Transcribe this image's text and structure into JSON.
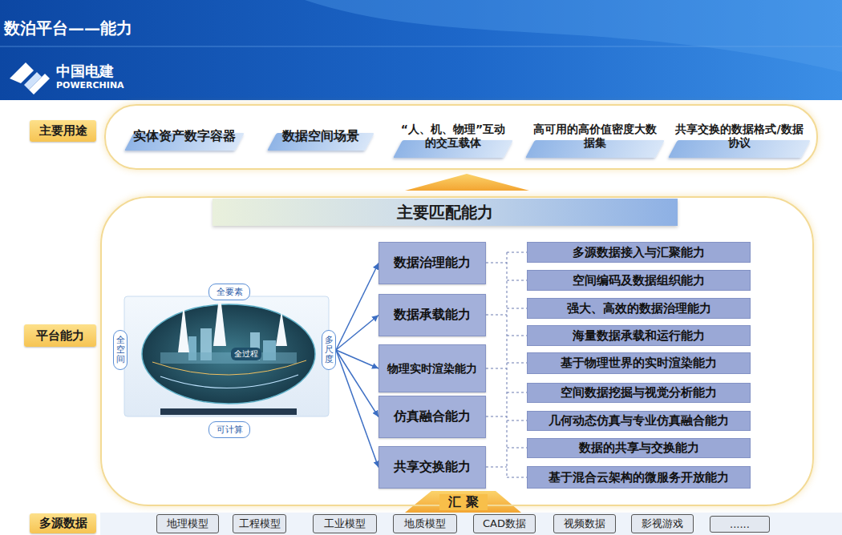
{
  "diagram": {
    "title": "数泊平台——能力",
    "nodes": [
      {
        "text": [
          "主要用途"
        ]
      },
      {
        "text": [
          "实体资产数字容器"
        ],
        "in": 0
      },
      {
        "text": [
          "数据空间场景"
        ],
        "in": 0
      },
      {
        "text": [
          "“人、机、物理”互动的交互载体"
        ],
        "in": 0
      },
      {
        "text": [
          "高可用的高价值密度大数据集"
        ],
        "in": 0
      },
      {
        "text": [
          "共享交换的数据格式/数据协议"
        ],
        "in": 0
      },
      {
        "text": [
          "平台能力"
        ]
      },
      {
        "text": [
          "主要匹配能力"
        ],
        "in": 6
      },
      {
        "text": [
          "全要素"
        ],
        "in": 6
      },
      {
        "text": [
          "全空间"
        ],
        "in": 6
      },
      {
        "text": [
          "多尺度"
        ],
        "in": 6
      },
      {
        "text": [
          "可计算"
        ],
        "in": 6
      },
      {
        "text": [
          "数据治理能力"
        ],
        "in": 6
      },
      {
        "text": [
          "数据承载能力"
        ],
        "in": 6
      },
      {
        "text": [
          "物理实时渲染能力"
        ],
        "in": 6
      },
      {
        "text": [
          "仿真融合能力"
        ],
        "in": 6
      },
      {
        "text": [
          "共享交换能力"
        ],
        "in": 6
      },
      {
        "text": [
          "多源数据接入与汇聚能力"
        ],
        "in": 6
      },
      {
        "text": [
          "空间编码及数据组织能力"
        ],
        "in": 6
      },
      {
        "text": [
          "强大、高效的数据治理能力"
        ],
        "in": 6
      },
      {
        "text": [
          "海量数据承载和运行能力"
        ],
        "in": 6
      },
      {
        "text": [
          "基于物理世界的实时渲染能力"
        ],
        "in": 6
      },
      {
        "text": [
          "空间数据挖掘与视觉分析能力"
        ],
        "in": 6
      },
      {
        "text": [
          "几何动态仿真与专业仿真融合能力"
        ],
        "in": 6
      },
      {
        "text": [
          "数据的共享与交换能力"
        ],
        "in": 6
      },
      {
        "text": [
          "基于混合云架构的微服务开放能力"
        ],
        "in": 6
      },
      {
        "text": [
          "多源数据"
        ]
      },
      {
        "text": [
          "地理模型"
        ],
        "in": 26
      },
      {
        "text": [
          "工程模型"
        ],
        "in": 26
      },
      {
        "text": [
          "工业模型"
        ],
        "in": 26
      },
      {
        "text": [
          "地质模型"
        ],
        "in": 26
      },
      {
        "text": [
          "CAD数据"
        ],
        "in": 26
      },
      {
        "text": [
          "视频数据"
        ],
        "in": 26
      },
      {
        "text": [
          "影视游戏"
        ],
        "in": 26
      },
      {
        "text": [
          "......"
        ],
        "in": 26
      }
    ],
    "edges": [
      {
        "from": 10,
        "to": 12,
        "arrow": "to"
      },
      {
        "from": 10,
        "to": 13,
        "arrow": "to"
      },
      {
        "from": 10,
        "to": 14,
        "arrow": "to"
      },
      {
        "from": 10,
        "to": 15,
        "arrow": "to"
      },
      {
        "from": 10,
        "to": 16,
        "arrow": "to"
      }
    ],
    "labels": [
      "中国电建",
      "POWERCHINA",
      "全过程",
      "汇 聚"
    ]
  }
}
